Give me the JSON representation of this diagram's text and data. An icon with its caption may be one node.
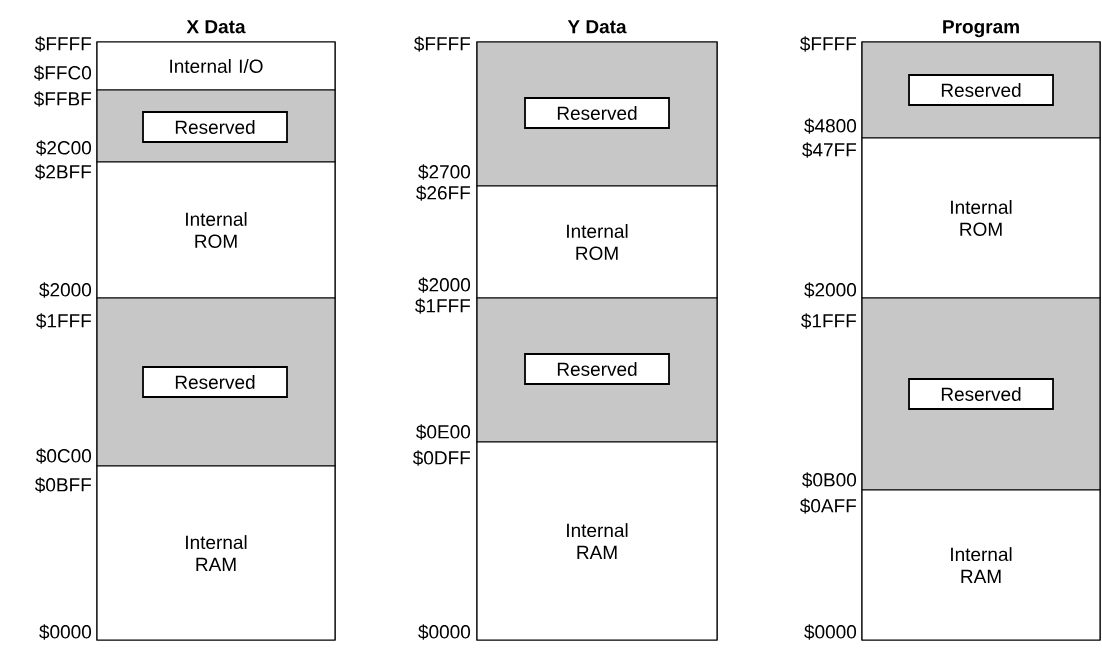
{
  "diagram": {
    "nodes": [
      {
        "text": [
          "X Data"
        ]
      },
      {
        "text": [
          "Internal I/O"
        ],
        "in": 0
      },
      {
        "text": [],
        "shape": "box",
        "in": 0
      },
      {
        "text": [
          "Reserved"
        ],
        "in": 2
      },
      {
        "text": [
          "Internal ROM"
        ],
        "in": 0
      },
      {
        "text": [],
        "shape": "box",
        "in": 0
      },
      {
        "text": [
          "Reserved"
        ],
        "in": 5
      },
      {
        "text": [
          "Internal RAM"
        ],
        "in": 0
      },
      {
        "text": [
          "Y Data"
        ]
      },
      {
        "text": [],
        "shape": "box",
        "in": 8
      },
      {
        "text": [
          "Reserved"
        ],
        "in": 9
      },
      {
        "text": [
          "Internal ROM"
        ],
        "in": 8
      },
      {
        "text": [],
        "shape": "box",
        "in": 8
      },
      {
        "text": [
          "Reserved"
        ],
        "in": 12
      },
      {
        "text": [
          "Internal RAM"
        ],
        "in": 8
      },
      {
        "text": [
          "Program"
        ]
      },
      {
        "text": [],
        "shape": "box",
        "in": 15
      },
      {
        "text": [
          "Reserved"
        ],
        "in": 16
      },
      {
        "text": [
          "Internal ROM"
        ],
        "in": 15
      },
      {
        "text": [],
        "shape": "box",
        "in": 15
      },
      {
        "text": [
          "Reserved"
        ],
        "in": 19
      },
      {
        "text": [
          "Internal RAM"
        ],
        "in": 15
      }
    ],
    "labels": [
      "$FFFF",
      "$FFC0",
      "$FFBF",
      "$2C00",
      "$2BFF",
      "$2000",
      "$1FFF",
      "$0C00",
      "$0BFF",
      "$0000",
      "$FFFF",
      "$2700",
      "$26FF",
      "$2000",
      "$1FFF",
      "$0E00",
      "$0DFF",
      "$0000",
      "$FFFF",
      "$4800",
      "$47FF",
      "$2000",
      "$1FFF",
      "$0B00",
      "$0AFF",
      "$0000"
    ]
  }
}
